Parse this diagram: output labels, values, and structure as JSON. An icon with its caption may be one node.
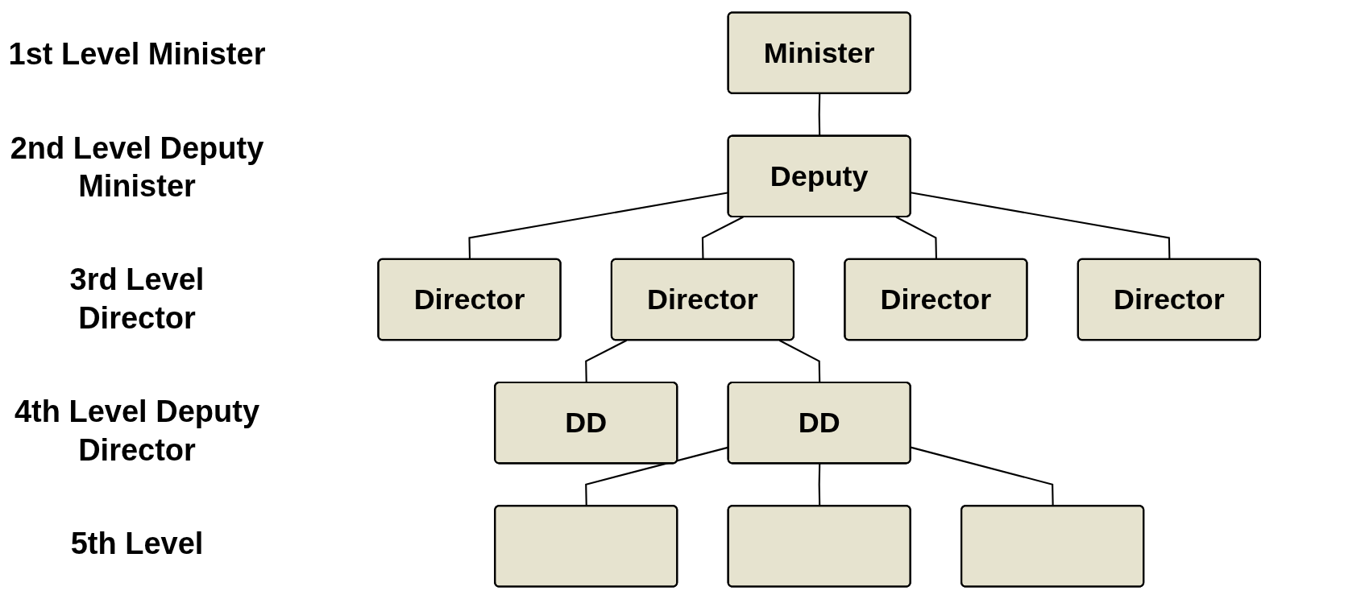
{
  "diagram": {
    "nodes": [
      {
        "text": [
          "Minister"
        ]
      },
      {
        "text": [
          "Deputy"
        ]
      },
      {
        "text": [
          "Director"
        ]
      },
      {
        "text": [
          "Director"
        ]
      },
      {
        "text": [
          "Director"
        ]
      },
      {
        "text": [
          "Director"
        ]
      },
      {
        "text": [
          "DD"
        ]
      },
      {
        "text": [
          "DD"
        ]
      },
      {
        "text": [],
        "shape": "box"
      },
      {
        "text": [],
        "shape": "box"
      },
      {
        "text": [],
        "shape": "box"
      }
    ],
    "edges": [
      {
        "from": 0,
        "to": 1,
        "arrow": "none"
      },
      {
        "from": 1,
        "to": 2,
        "arrow": "none"
      },
      {
        "from": 1,
        "to": 3,
        "arrow": "none"
      },
      {
        "from": 1,
        "to": 4,
        "arrow": "none"
      },
      {
        "from": 1,
        "to": 5,
        "arrow": "none"
      },
      {
        "from": 3,
        "to": 6,
        "arrow": "none"
      },
      {
        "from": 3,
        "to": 7,
        "arrow": "none"
      },
      {
        "from": 7,
        "to": 8,
        "arrow": "none"
      },
      {
        "from": 7,
        "to": 9,
        "arrow": "none"
      },
      {
        "from": 7,
        "to": 10,
        "arrow": "none"
      }
    ],
    "labels": [
      "1st Level Minister",
      "2nd Level Deputy Minister",
      "3rd Level Director",
      "4th Level Deputy Director",
      "5th Level"
    ]
  }
}
